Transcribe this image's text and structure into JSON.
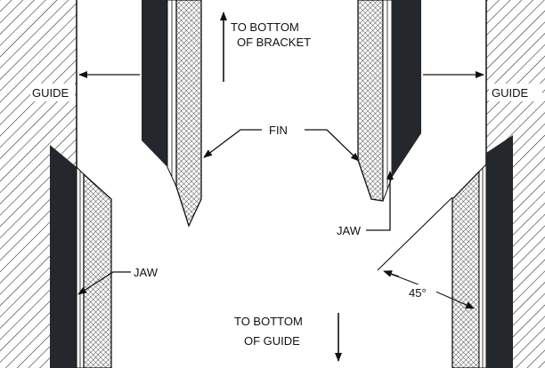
{
  "labels": {
    "to_bottom_of_bracket": [
      "TO BOTTOM",
      "OF BRACKET"
    ],
    "to_bottom_of_guide": [
      "TO BOTTOM",
      "OF GUIDE"
    ],
    "guide_left": "GUIDE",
    "guide_right": "GUIDE",
    "fin": "FIN",
    "jaw_upper": "JAW",
    "jaw_lower": "JAW",
    "angle": "45°"
  },
  "colors": {
    "line": "#111111",
    "dark_fill": "#24282d",
    "background": "#ffffff"
  }
}
